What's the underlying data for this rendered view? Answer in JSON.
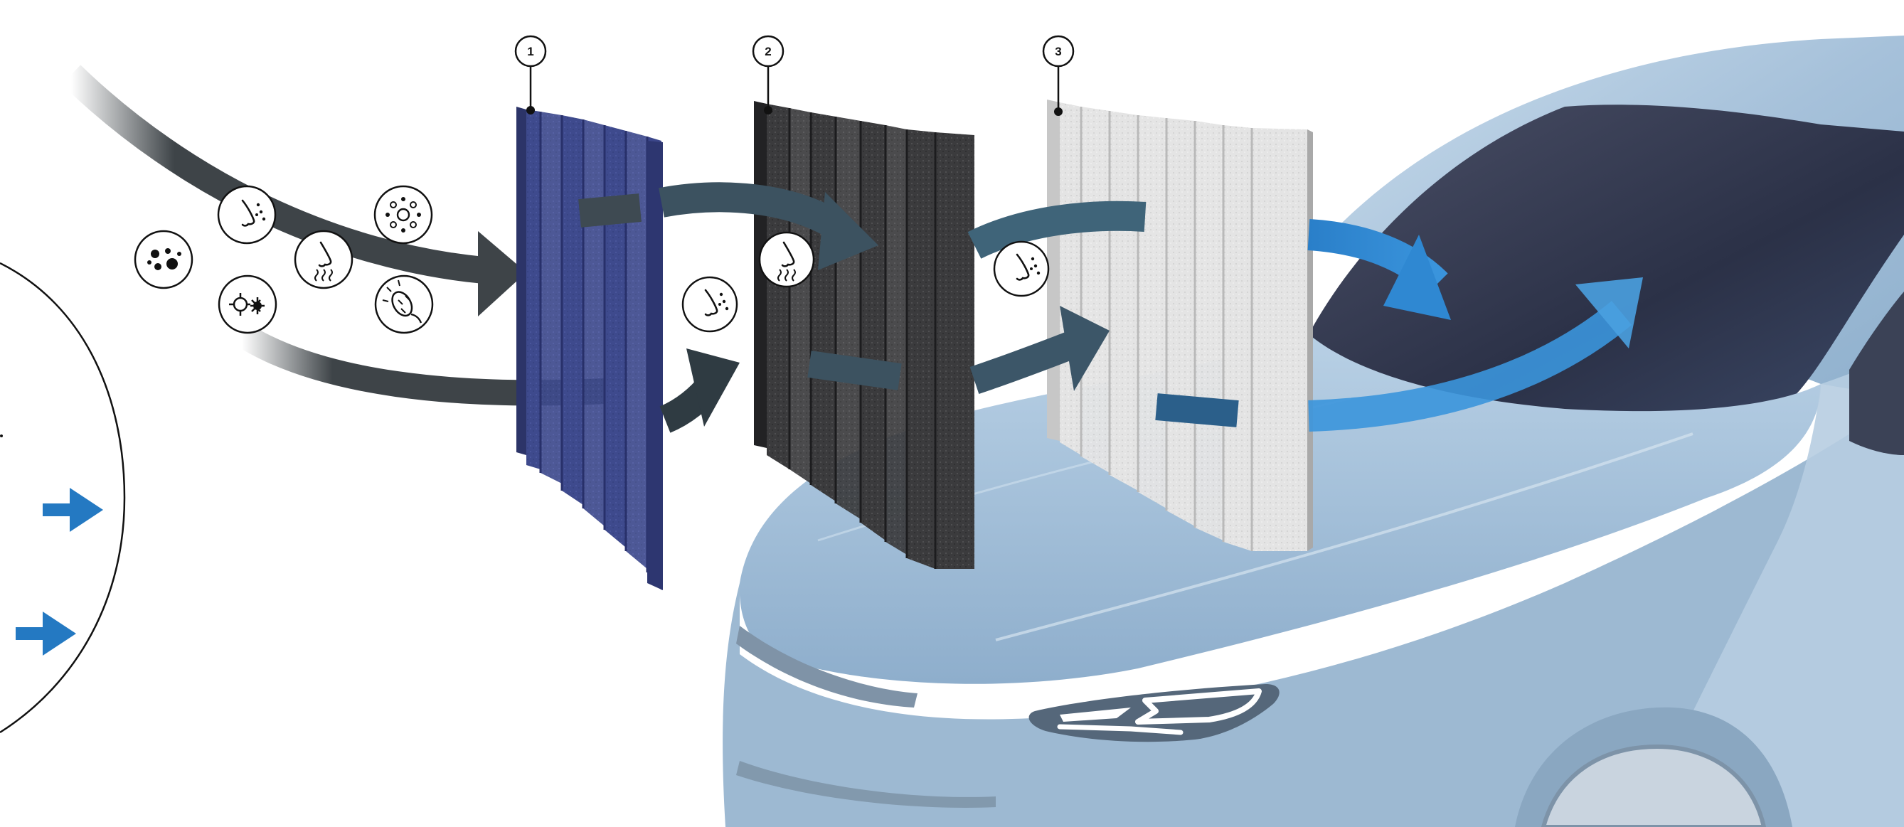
{
  "layers": [
    {
      "number": "1",
      "name": "blue-filter-layer",
      "color": "#3d4a8c"
    },
    {
      "number": "2",
      "name": "activated-carbon-layer",
      "color": "#3a3a3c"
    },
    {
      "number": "3",
      "name": "white-filter-layer",
      "color": "#e2e2e2"
    }
  ],
  "icons": {
    "incoming": [
      "odor-particles-icon",
      "particulate-icon",
      "odor-icon",
      "virus-icon",
      "pollen-icon",
      "bacteria-icon"
    ],
    "after_layer_1": [
      "odor-particles-icon"
    ],
    "after_layer_2": [
      "odor-icon",
      "odor-particles-icon"
    ]
  },
  "colors": {
    "dirty_air": "#3e4448",
    "clean_air": "#2d86cf",
    "car_body": "#a9c4dc",
    "windshield": "#2d3448"
  },
  "legend_panel": {
    "markers": [
      "blue-arrow-icon",
      "blue-arrow-icon"
    ]
  }
}
